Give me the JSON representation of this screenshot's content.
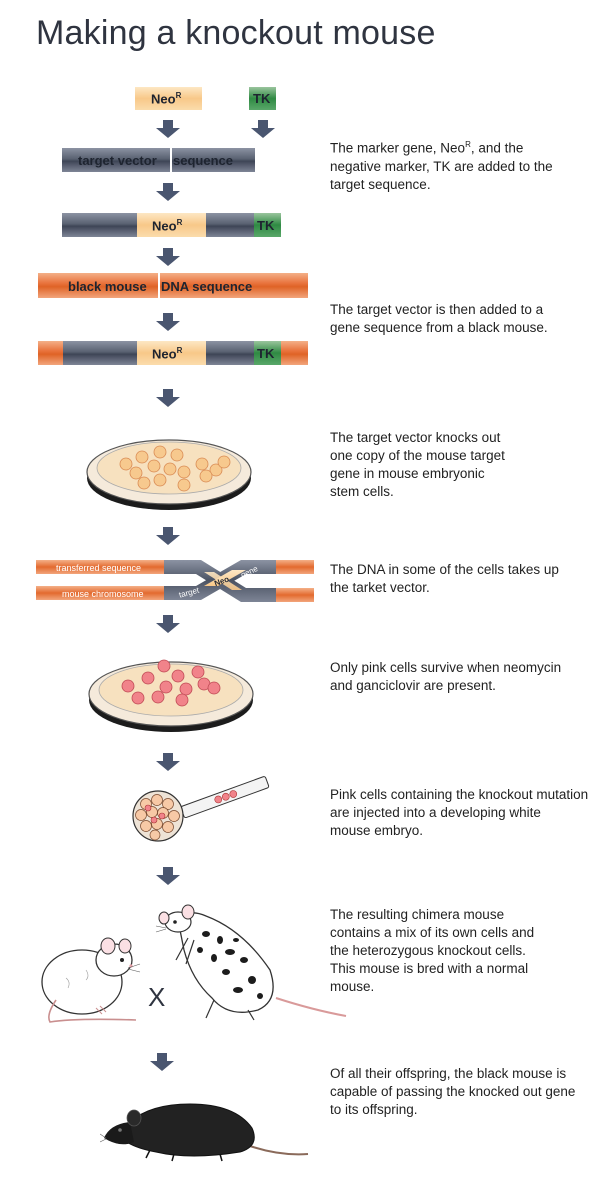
{
  "title": "Making a knockout mouse",
  "markers": {
    "neo": "Neo",
    "neo_sup": "R",
    "tk": "TK"
  },
  "labels": {
    "target_vector_left": "target vector",
    "target_vector_right": "sequence",
    "black_left": "black mouse",
    "black_right": "DNA sequence",
    "transferred": "transferred sequence",
    "chromosome": "mouse chromosome",
    "cross_target": "target",
    "cross_neo": "Neo",
    "cross_neo_sup": "R",
    "cross_gene": "gene",
    "cross_symbol": "X"
  },
  "notes": {
    "n1_a": "The marker gene, Neo",
    "n1_sup": "R",
    "n1_b": ", and the",
    "n1_c": "negative marker, TK are added to the",
    "n1_d": "target sequence.",
    "n2_a": "The target vector is then added to a",
    "n2_b": "gene sequence from a black mouse.",
    "n3_a": "The target vector knocks out",
    "n3_b": "one copy of the mouse target",
    "n3_c": "gene in mouse embryonic",
    "n3_d": "stem cells.",
    "n4_a": "The DNA in some of the cells takes up",
    "n4_b": "the tarket vector.",
    "n5_a": "Only pink cells survive when neomycin",
    "n5_b": "and ganciclovir are present.",
    "n6_a": "Pink cells containing the knockout mutation",
    "n6_b": "are injected into a developing white",
    "n6_c": "mouse embryo.",
    "n7_a": "The resulting chimera mouse",
    "n7_b": "contains a mix of its own cells and",
    "n7_c": "the heterozygous knockout cells.",
    "n7_d": "This mouse is bred with a normal",
    "n7_e": "mouse.",
    "n8_a": "Of all their offspring, the black mouse is",
    "n8_b": "capable of passing the knocked out gene",
    "n8_c": "to its offspring."
  },
  "colors": {
    "arrow": "#4a5670",
    "grey_bar": "#5a6272",
    "orange_bar": "#e9743e",
    "neo_bar": "#f8c889",
    "tk_bar": "#2f8a43",
    "yellow_cell": "#f7c98e",
    "pink_cell": "#f1838a"
  }
}
